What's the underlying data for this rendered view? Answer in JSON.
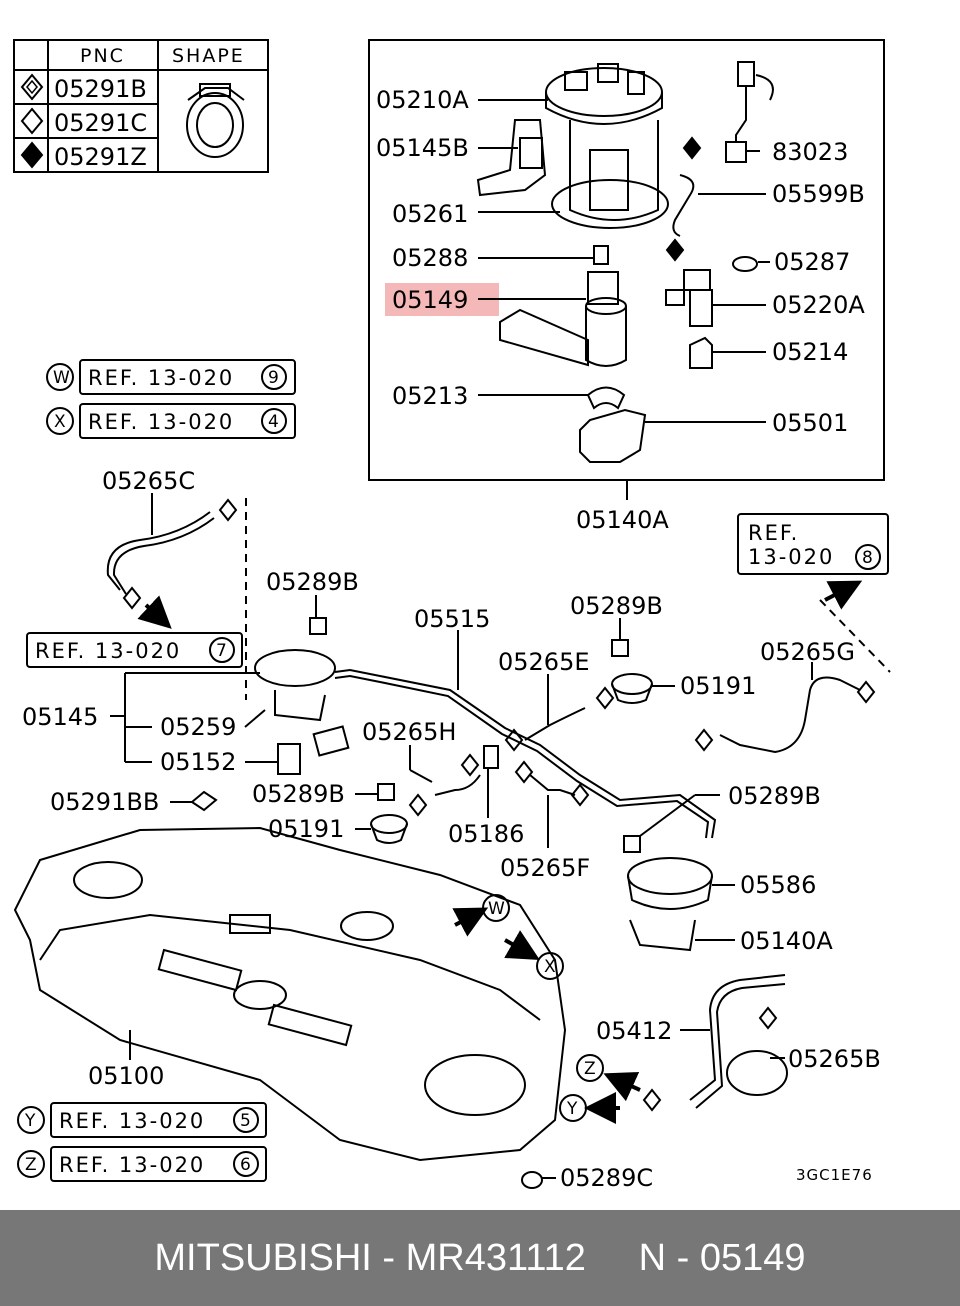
{
  "legend": {
    "header_pnc": "PNC",
    "header_shape": "SHAPE",
    "rows": [
      {
        "symbol": "diamond-dotted",
        "pnc": "05291B"
      },
      {
        "symbol": "diamond-open",
        "pnc": "05291C"
      },
      {
        "symbol": "diamond-filled",
        "pnc": "05291Z"
      }
    ]
  },
  "parts": {
    "p05210A": "05210A",
    "p05145B": "05145B",
    "p05261": "05261",
    "p05288": "05288",
    "p05149": "05149",
    "p05213": "05213",
    "p83023": "83023",
    "p05599B": "05599B",
    "p05287": "05287",
    "p05220A": "05220A",
    "p05214": "05214",
    "p05501": "05501",
    "p05140A_top": "05140A",
    "p05265C": "05265C",
    "p05289B_a": "05289B",
    "p05515": "05515",
    "p05289B_b": "05289B",
    "p05265E": "05265E",
    "p05191_a": "05191",
    "p05265G": "05265G",
    "p05145": "05145",
    "p05259": "05259",
    "p05152": "05152",
    "p05265H": "05265H",
    "p05289B_c": "05289B",
    "p05291BB": "05291BB",
    "p05191_b": "05191",
    "p05186": "05186",
    "p05265F": "05265F",
    "p05289B_d": "05289B",
    "p05586": "05586",
    "p05140A_bot": "05140A",
    "p05412": "05412",
    "p05100": "05100",
    "p05265B": "05265B",
    "p05289C": "05289C"
  },
  "highlight": {
    "part": "05149",
    "color": "#f4b8b8"
  },
  "refs": {
    "w": {
      "letter": "W",
      "text": "REF. 13-020",
      "num": "9"
    },
    "x": {
      "letter": "X",
      "text": "REF. 13-020",
      "num": "4"
    },
    "r7": {
      "text": "REF. 13-020",
      "num": "7"
    },
    "r8": {
      "line1": "REF.",
      "line2": "13-020",
      "num": "8"
    },
    "y": {
      "letter": "Y",
      "text": "REF. 13-020",
      "num": "5"
    },
    "z": {
      "letter": "Z",
      "text": "REF. 13-020",
      "num": "6"
    }
  },
  "arrow_letters": {
    "w": "W",
    "x": "X",
    "z": "Z",
    "y": "Y"
  },
  "diagram_code": "3GC1E76",
  "footer": {
    "text": "MITSUBISHI - MR431112     N - 05149",
    "background": "#777777"
  }
}
